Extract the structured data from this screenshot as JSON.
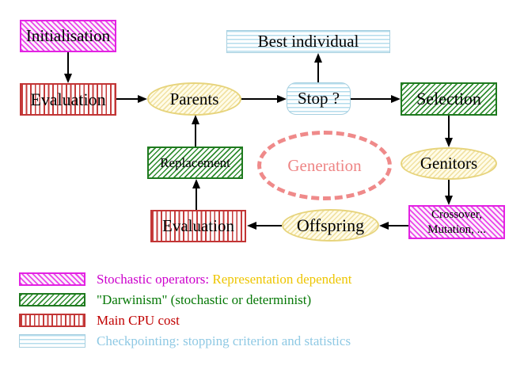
{
  "diagram": {
    "nodes": {
      "initialisation": {
        "label": "Initialisation",
        "style": "magenta-diagonal-hatch"
      },
      "best_individual": {
        "label": "Best individual",
        "style": "cyan-horizontal-stripes"
      },
      "evaluation_top": {
        "label": "Evaluation",
        "style": "red-vertical-stripes"
      },
      "parents": {
        "label": "Parents",
        "style": "yellow-hatch-ellipse"
      },
      "stop": {
        "label": "Stop ?",
        "style": "cyan-horizontal-stripes-rounded"
      },
      "selection": {
        "label": "Selection",
        "style": "green-diagonal-hatch"
      },
      "replacement": {
        "label": "Replacement",
        "style": "green-diagonal-hatch"
      },
      "generation": {
        "label": "Generation",
        "style": "salmon-dashed-ellipse"
      },
      "genitors": {
        "label": "Genitors",
        "style": "yellow-hatch-ellipse"
      },
      "crossover_mutation": {
        "label_line1": "Crossover,",
        "label_line2": "Mutation, ...",
        "style": "magenta-diagonal-hatch"
      },
      "evaluation_bottom": {
        "label": "Evaluation",
        "style": "red-vertical-stripes"
      },
      "offspring": {
        "label": "Offspring",
        "style": "yellow-hatch-ellipse"
      }
    },
    "edges": [
      {
        "from": "Initialisation",
        "to": "Evaluation"
      },
      {
        "from": "Evaluation",
        "to": "Parents"
      },
      {
        "from": "Parents",
        "to": "Stop ?"
      },
      {
        "from": "Stop ?",
        "to": "Best individual"
      },
      {
        "from": "Stop ?",
        "to": "Selection"
      },
      {
        "from": "Selection",
        "to": "Genitors"
      },
      {
        "from": "Genitors",
        "to": "Crossover, Mutation, ..."
      },
      {
        "from": "Crossover, Mutation, ...",
        "to": "Offspring"
      },
      {
        "from": "Offspring",
        "to": "Evaluation"
      },
      {
        "from": "Evaluation",
        "to": "Replacement"
      },
      {
        "from": "Replacement",
        "to": "Parents"
      }
    ],
    "legend": {
      "rows": [
        {
          "swatch": "magenta-diagonal-hatch",
          "label": "Stochastic operators:",
          "label2": "Representation dependent",
          "label_color": "#cc00cc",
          "label2_color": "#edc500"
        },
        {
          "swatch": "green-diagonal-hatch",
          "label": "\"Darwinism\" (stochastic or determinist)",
          "label_color": "#067806"
        },
        {
          "swatch": "red-vertical-stripes",
          "label": "Main CPU cost",
          "label_color": "#c00000"
        },
        {
          "swatch": "cyan-horizontal-stripes",
          "label": "Checkpointing: stopping criterion and statistics",
          "label_color": "#8fc9e4"
        }
      ]
    },
    "colors": {
      "magenta_border": "#e322e3",
      "green_border": "#1f7a1f",
      "red_border": "#c23535",
      "cyan_border": "#a8d0e0",
      "yellow_border": "#e7d47c",
      "salmon_dashed": "#ef8a8a",
      "arrow": "#000000",
      "background": "#ffffff"
    }
  }
}
